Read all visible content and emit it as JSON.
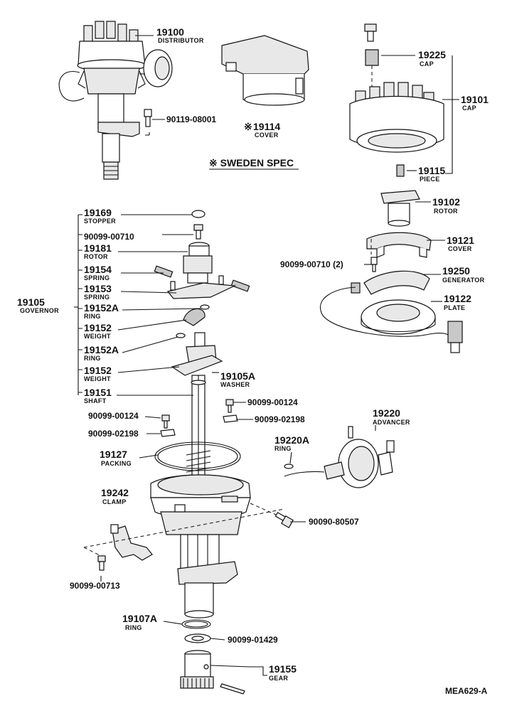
{
  "diagram": {
    "code": "MEA629-A",
    "spec_note": "※ SWEDEN SPEC",
    "asterisk": "※",
    "parts": [
      {
        "num": "19100",
        "name": "DISTRIBUTOR"
      },
      {
        "num": "90119-08001",
        "name": ""
      },
      {
        "num": "19114",
        "name": "COVER"
      },
      {
        "num": "19225",
        "name": "CAP"
      },
      {
        "num": "19101",
        "name": "CAP"
      },
      {
        "num": "19115",
        "name": "PIECE"
      },
      {
        "num": "19102",
        "name": "ROTOR"
      },
      {
        "num": "19121",
        "name": "COVER"
      },
      {
        "num": "90099-00710 (2)",
        "name": ""
      },
      {
        "num": "19250",
        "name": "GENERATOR"
      },
      {
        "num": "19122",
        "name": "PLATE"
      },
      {
        "num": "19169",
        "name": "STOPPER"
      },
      {
        "num": "90099-00710",
        "name": ""
      },
      {
        "num": "19181",
        "name": "ROTOR"
      },
      {
        "num": "19154",
        "name": "SPRING"
      },
      {
        "num": "19153",
        "name": "SPRING"
      },
      {
        "num": "19105",
        "name": "GOVERNOR"
      },
      {
        "num": "19152A",
        "name": "RING"
      },
      {
        "num": "19152",
        "name": "WEIGHT"
      },
      {
        "num": "19152A",
        "name": "RING"
      },
      {
        "num": "19152",
        "name": "WEIGHT"
      },
      {
        "num": "19105A",
        "name": "WASHER"
      },
      {
        "num": "19151",
        "name": "SHAFT"
      },
      {
        "num": "90099-00124",
        "name": ""
      },
      {
        "num": "90099-02198",
        "name": ""
      },
      {
        "num": "90099-00124",
        "name": ""
      },
      {
        "num": "90099-02198",
        "name": ""
      },
      {
        "num": "19127",
        "name": "PACKING"
      },
      {
        "num": "19220",
        "name": "ADVANCER"
      },
      {
        "num": "19220A",
        "name": "RING"
      },
      {
        "num": "19242",
        "name": "CLAMP"
      },
      {
        "num": "90090-80507",
        "name": ""
      },
      {
        "num": "90099-00713",
        "name": ""
      },
      {
        "num": "19107A",
        "name": "RING"
      },
      {
        "num": "90099-01429",
        "name": ""
      },
      {
        "num": "19155",
        "name": "GEAR"
      }
    ]
  }
}
